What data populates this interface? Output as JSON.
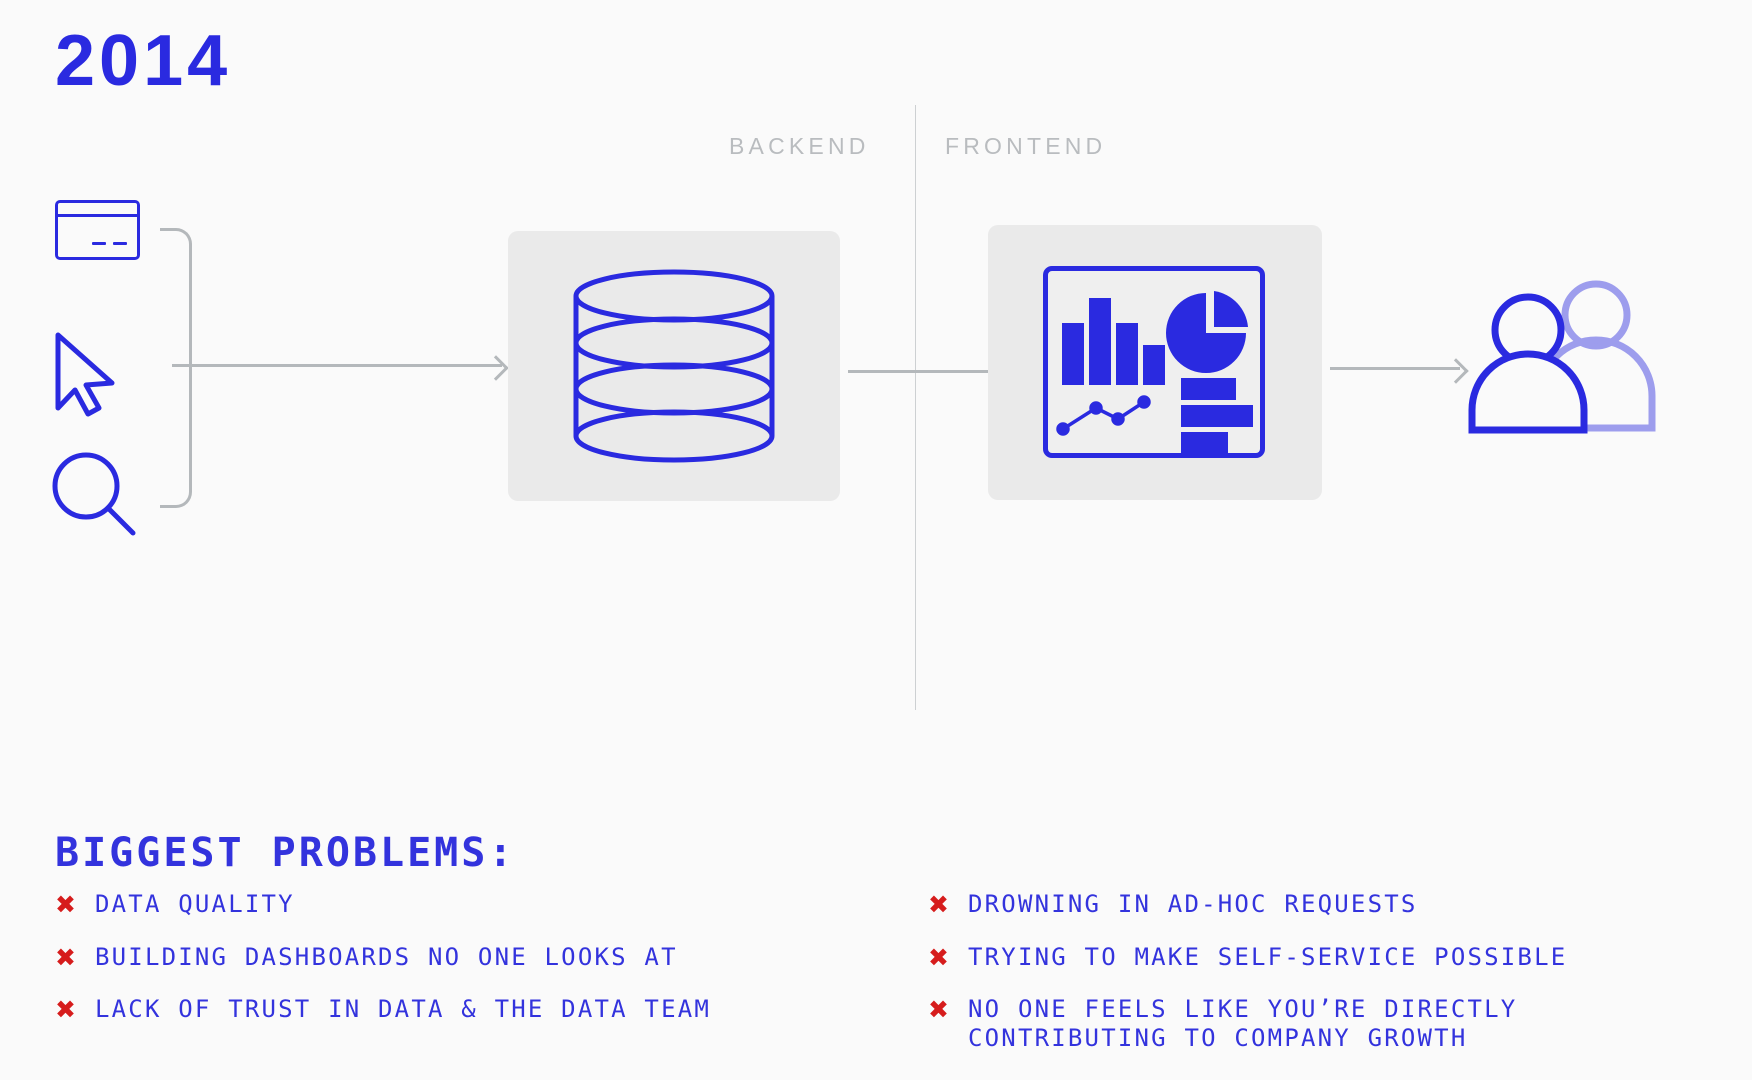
{
  "page": {
    "title": "2014",
    "background_color": "#fafafa",
    "accent_blue": "#2a2ae0",
    "text_blue": "#3333dd",
    "muted_gray": "#b9bcbf",
    "panel_gray": "#eaeaea",
    "error_red": "#d61c1c",
    "user_light_blue": "#9d9ded"
  },
  "sections": {
    "backend_label": "BACKEND",
    "frontend_label": "FRONTEND"
  },
  "sources": [
    {
      "name": "credit-card-icon",
      "label": "credit-card"
    },
    {
      "name": "cursor-icon",
      "label": "cursor"
    },
    {
      "name": "search-icon",
      "label": "search"
    }
  ],
  "stages": {
    "database": {
      "label": "database-cylinder",
      "rings": 4
    },
    "dashboard": {
      "label": "dashboard-card",
      "widgets": [
        "bar-chart",
        "pie-chart",
        "line-chart",
        "horizontal-bar-chart"
      ]
    },
    "users": {
      "label": "users-group",
      "count": 2
    }
  },
  "problems": {
    "heading": "BIGGEST PROBLEMS:",
    "bullet_glyph": "✖",
    "left_column": [
      "DATA QUALITY",
      "BUILDING DASHBOARDS NO ONE LOOKS AT",
      "LACK OF TRUST IN DATA & THE DATA TEAM"
    ],
    "right_column": [
      "DROWNING IN AD-HOC REQUESTS",
      "TRYING TO MAKE SELF-SERVICE POSSIBLE",
      "NO ONE FEELS LIKE YOU’RE DIRECTLY\nCONTRIBUTING TO COMPANY GROWTH"
    ]
  }
}
